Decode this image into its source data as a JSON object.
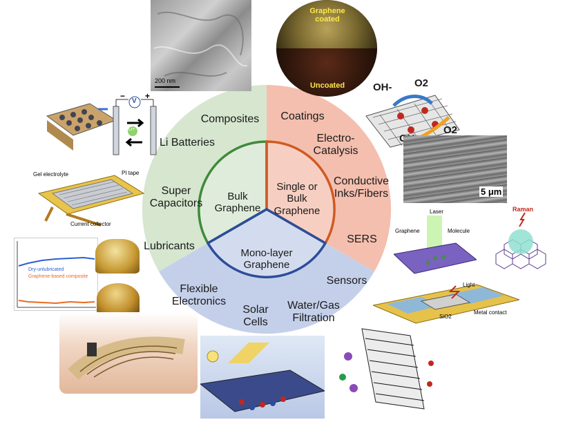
{
  "wheel": {
    "inner": {
      "bulk": "Bulk Graphene",
      "single_or_bulk": "Single or Bulk Graphene",
      "mono_layer": "Mono-layer Graphene"
    },
    "bulk_sector": [
      "Composites",
      "Li Batteries",
      "Super Capacitors",
      "Lubricants"
    ],
    "single_sector": [
      "Coatings",
      "Electro-Catalysis",
      "Conductive Inks/Fibers",
      "SERS"
    ],
    "mono_sector": [
      "Flexible Electronics",
      "Solar Cells",
      "Water/Gas Filtration",
      "Sensors"
    ],
    "colors": {
      "bulk": "#d6e6cf",
      "single": "#f4bfae",
      "mono": "#c4d0ea",
      "bulk_ring": "#3f8a3a",
      "single_ring": "#cf5a22",
      "mono_ring": "#2c4d99"
    }
  },
  "images": {
    "tem": {
      "scale_label": "200 nm"
    },
    "coin": {
      "top_label": "Graphene coated",
      "bottom_label": "Uncoated"
    },
    "catalysis": {
      "oh_top": "OH-",
      "o2_top": "O2",
      "o2_bottom": "O2",
      "oh_bottom": "OH-"
    },
    "fiber_sem": {
      "scale_label": "5 μm"
    },
    "battery": {
      "voltage_label": "V",
      "ion_label": "Li+",
      "minus": "−",
      "plus": "+"
    },
    "supercap": {
      "gel_label": "Gel electrolyte",
      "tape_label": "PI tape",
      "collector_label": "Current collector"
    },
    "tribology": {
      "legend_dry": "Dry-unlubricated",
      "legend_composite": "Graphene-based composite"
    },
    "sers": {
      "laser_label": "Laser",
      "graphene_label": "Graphene",
      "molecule_label": "Molecule",
      "raman_label": "Raman"
    },
    "sensor": {
      "light_label": "Light",
      "sio2_label": "SiO2",
      "metal_label": "Metal contact"
    }
  }
}
